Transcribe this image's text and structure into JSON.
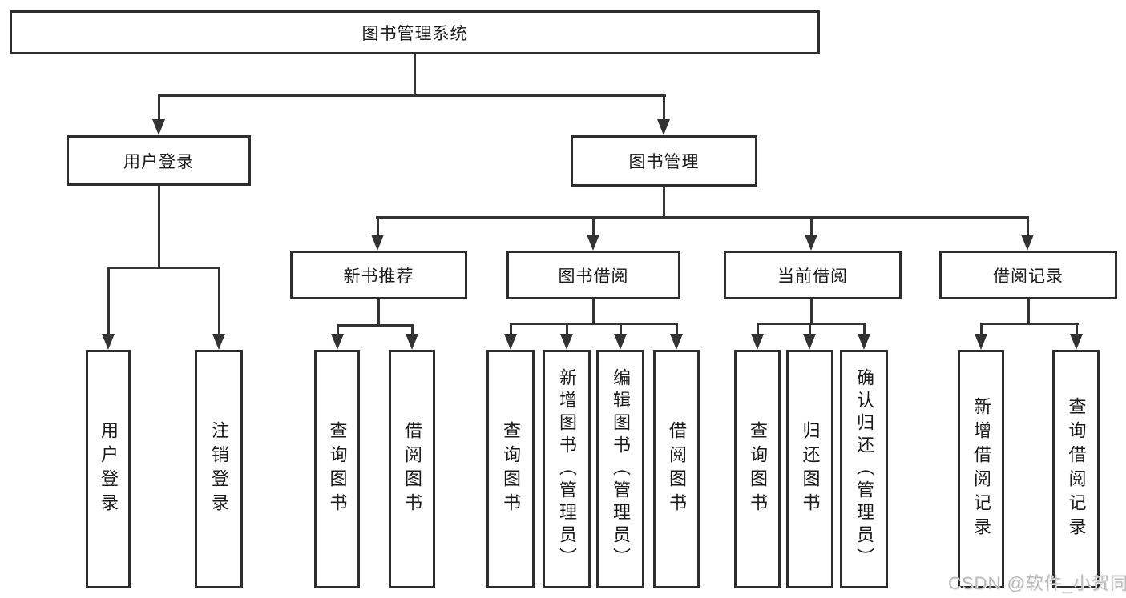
{
  "diagram": {
    "root": "图书管理系统",
    "user_login": "用户登录",
    "book_mgmt": "图书管理",
    "new_books": "新书推荐",
    "borrowing": "图书借阅",
    "current": "当前借阅",
    "records": "借阅记录",
    "leaf_login": "用户登录",
    "leaf_logout": "注销登录",
    "nb_query": "查询图书",
    "nb_borrow": "借阅图书",
    "bb_query": "查询图书",
    "bb_add": "新增图书（管理员）",
    "bb_edit": "编辑图书（管理员）",
    "bb_borrow": "借阅图书",
    "cb_query": "查询图书",
    "cb_return": "归还图书",
    "cb_confirm": "确认归还（管理员）",
    "br_add": "新增借阅记录",
    "br_query": "查询借阅记录"
  },
  "watermark": "CSDN @软件_小贺同学",
  "colors": {
    "line": "#333333",
    "box_border": "#2d2d2d",
    "text": "#1a1a1a",
    "watermark": "#bcbcbc",
    "background": "#ffffff"
  }
}
